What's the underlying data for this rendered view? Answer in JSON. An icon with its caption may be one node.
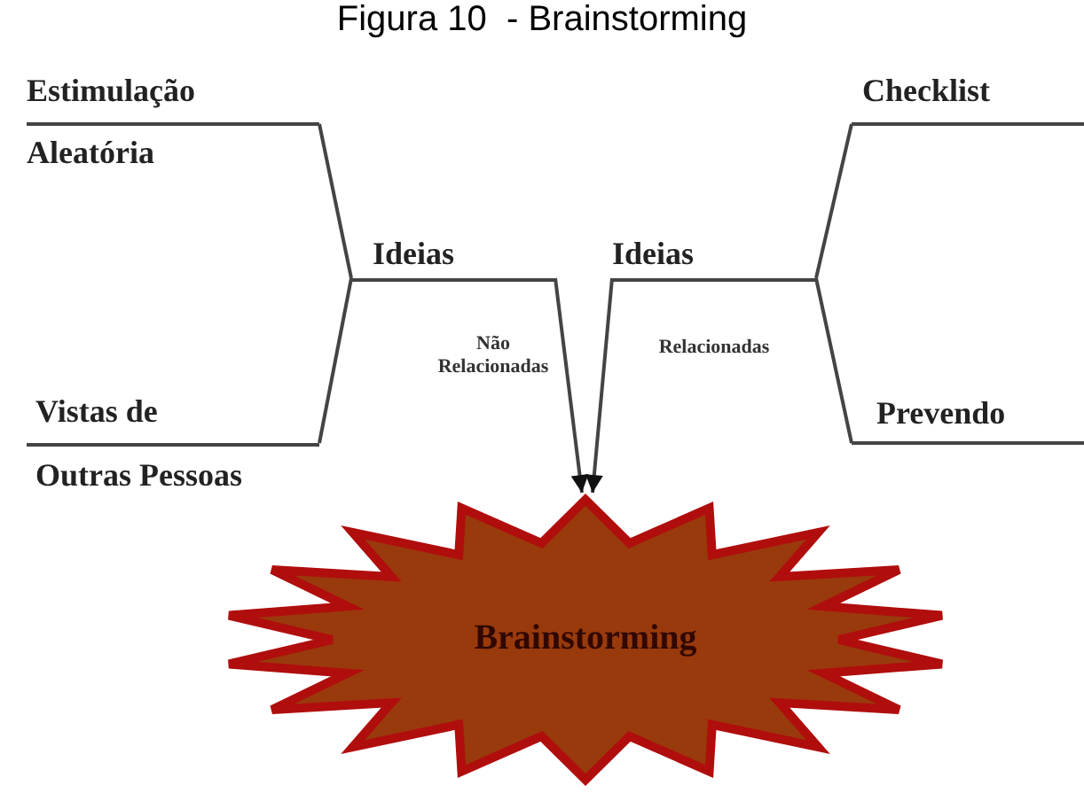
{
  "diagram": {
    "title": "Figura 10  - Brainstorming",
    "nodes": [
      {
        "text": [
          "Estimulação Aleatória"
        ]
      },
      {
        "text": [
          "Vistas de Outras Pessoas"
        ]
      },
      {
        "text": [
          "Ideias"
        ],
        "beside": [
          "Não Relacionadas"
        ]
      },
      {
        "text": [
          "Checklist"
        ]
      },
      {
        "text": [
          "Prevendo"
        ]
      },
      {
        "text": [
          "Ideias"
        ],
        "beside": [
          "Relacionadas"
        ]
      },
      {
        "text": [
          "Brainstorming"
        ]
      }
    ],
    "edges": [
      {
        "from": 0,
        "to": 2,
        "arrow": "none"
      },
      {
        "from": 1,
        "to": 2,
        "arrow": "none"
      },
      {
        "from": 2,
        "to": 6,
        "arrow": "to"
      },
      {
        "from": 3,
        "to": 5,
        "arrow": "none"
      },
      {
        "from": 4,
        "to": 5,
        "arrow": "none"
      },
      {
        "from": 5,
        "to": 6,
        "arrow": "to"
      }
    ]
  }
}
